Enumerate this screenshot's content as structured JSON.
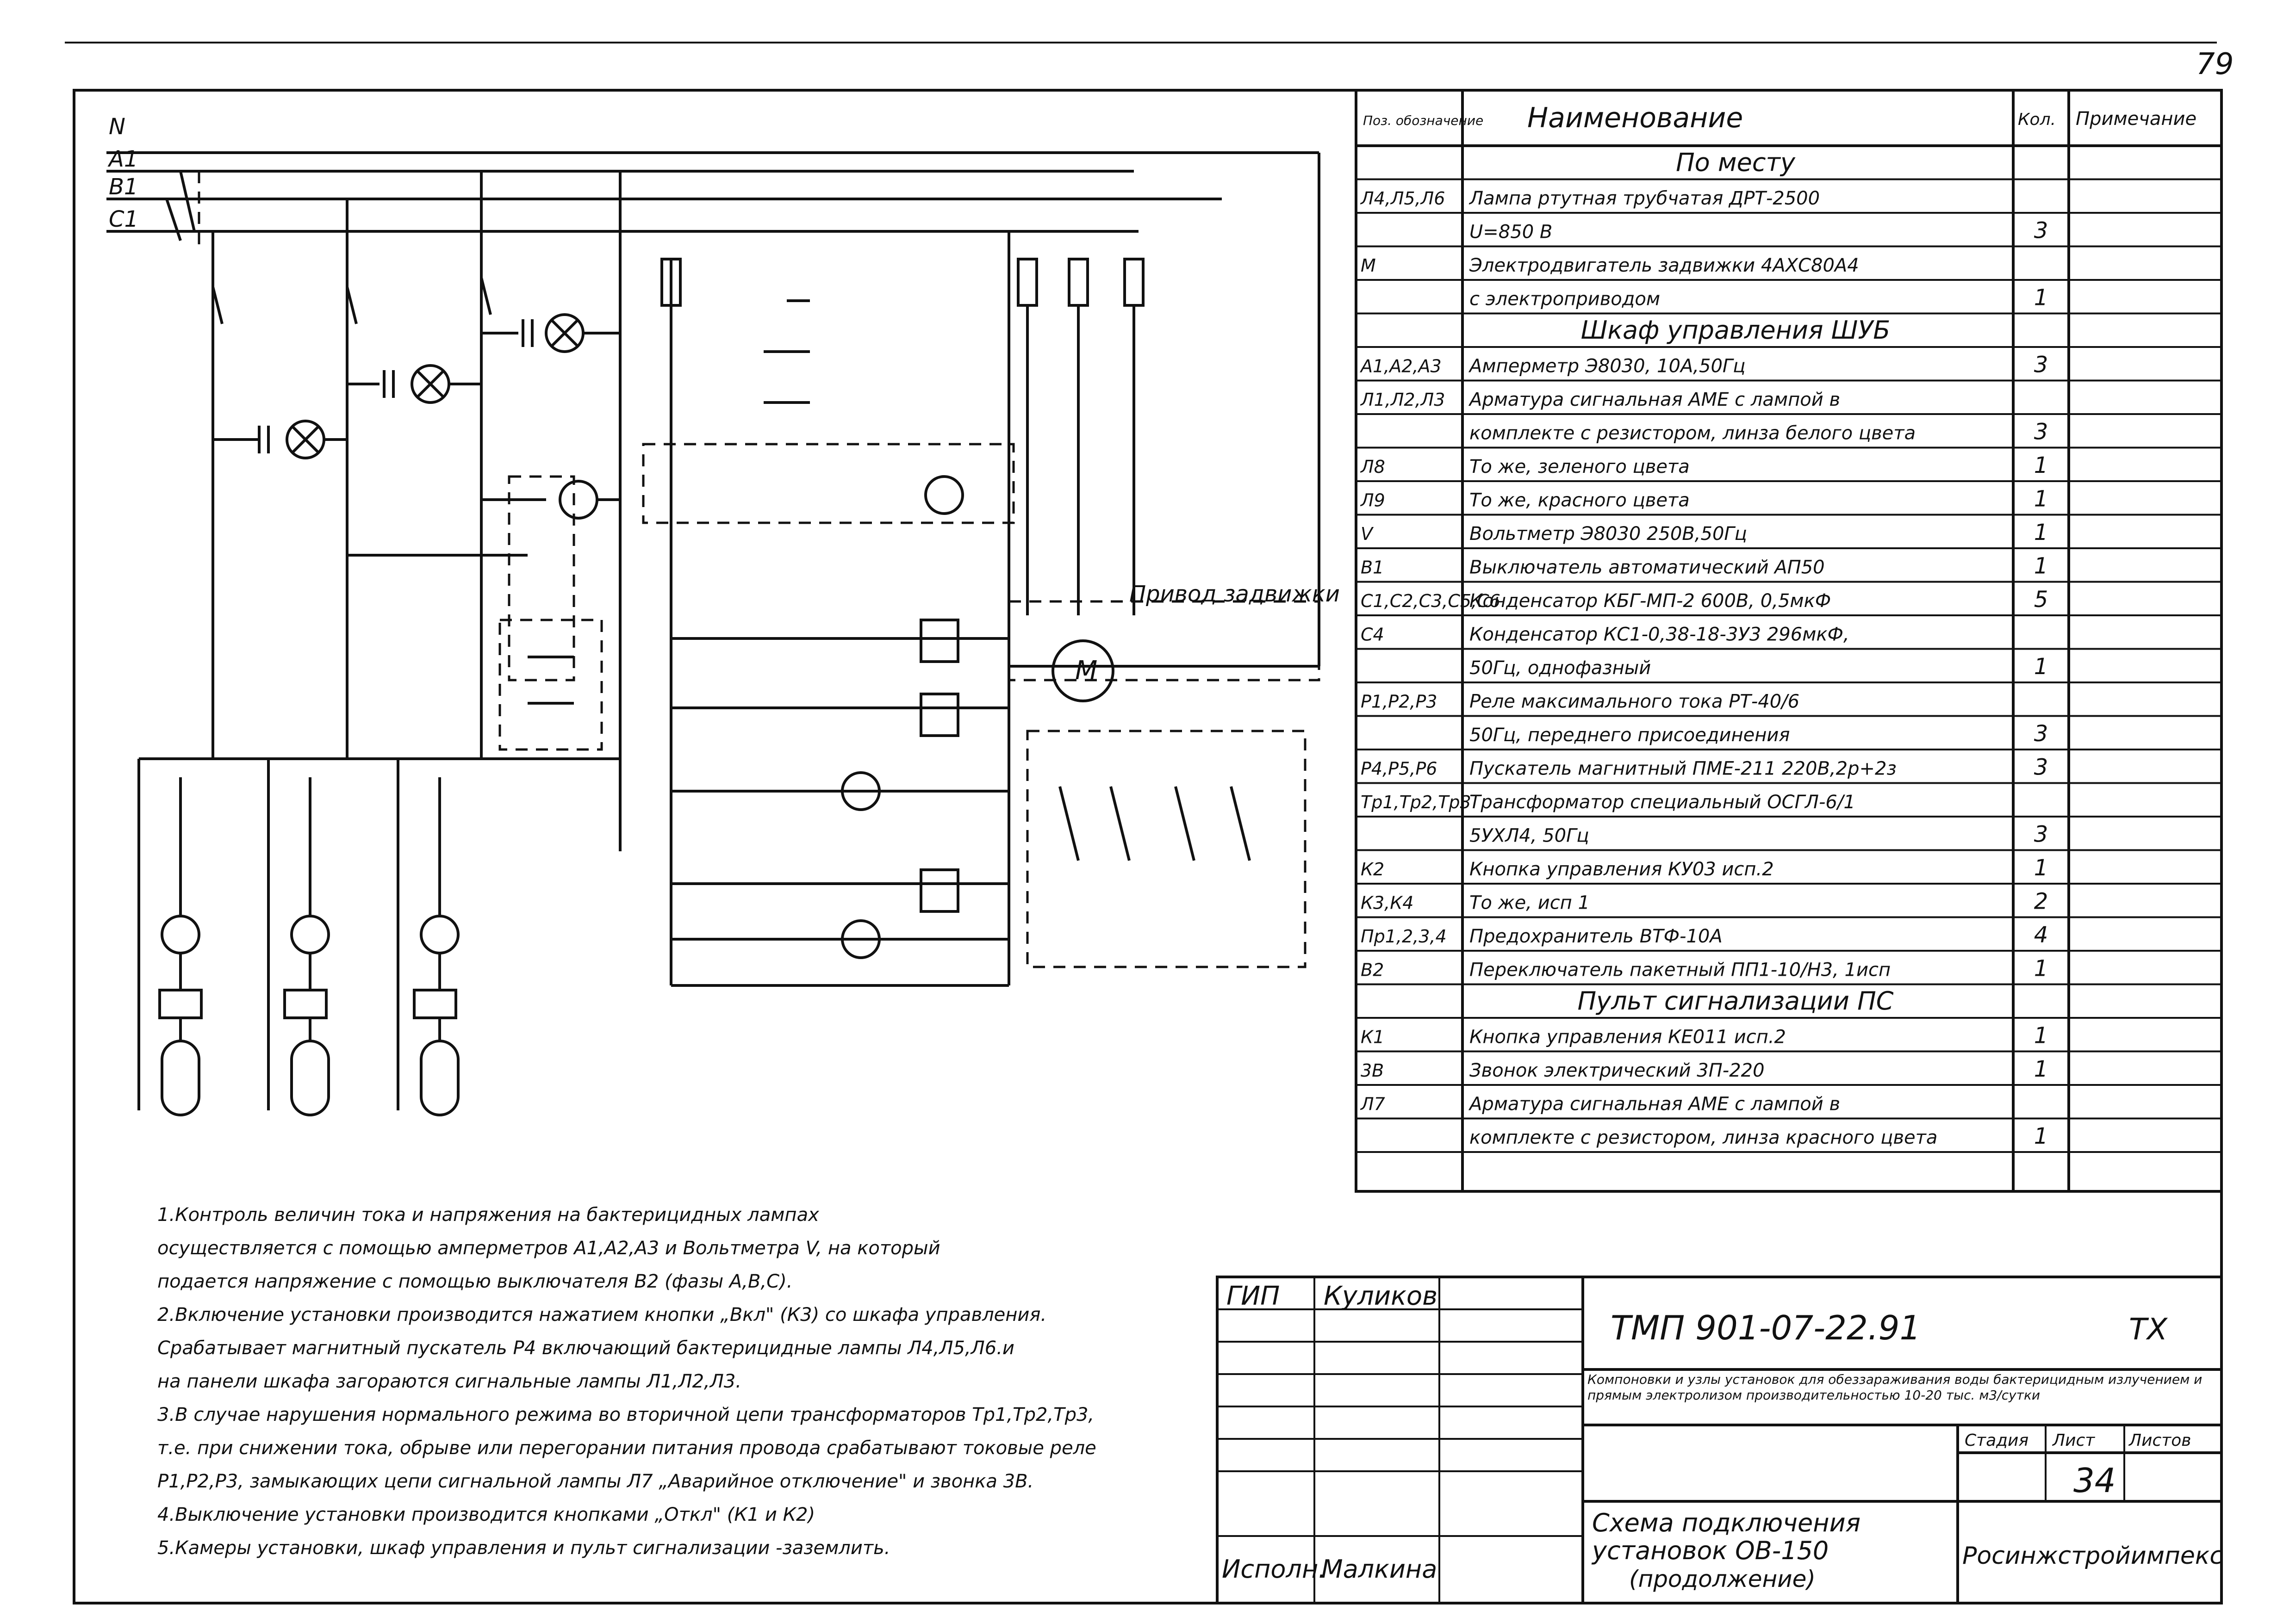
{
  "page_number": "79",
  "bom": {
    "headers": {
      "pos": "Поз. обозначение",
      "name": "Наименование",
      "qty": "Кол.",
      "note": "Примечание"
    },
    "rows": [
      {
        "pos": "",
        "name": "По месту",
        "qty": "",
        "section": true
      },
      {
        "pos": "Л4,Л5,Л6",
        "name": "Лампа ртутная трубчатая ДРТ-2500",
        "qty": ""
      },
      {
        "pos": "",
        "name": "U=850 В",
        "qty": "3"
      },
      {
        "pos": "М",
        "name": "Электродвигатель задвижки 4АХС80А4",
        "qty": ""
      },
      {
        "pos": "",
        "name": "с электроприводом",
        "qty": "1"
      },
      {
        "pos": "",
        "name": "Шкаф управления ШУБ",
        "qty": "",
        "section": true
      },
      {
        "pos": "А1,А2,А3",
        "name": "Амперметр Э8030, 10А,50Гц",
        "qty": "3"
      },
      {
        "pos": "Л1,Л2,Л3",
        "name": "Арматура сигнальная АМЕ с лампой в",
        "qty": ""
      },
      {
        "pos": "",
        "name": "комплекте с резистором, линза белого цвета",
        "qty": "3"
      },
      {
        "pos": "Л8",
        "name": "То же, зеленого цвета",
        "qty": "1"
      },
      {
        "pos": "Л9",
        "name": "То же, красного цвета",
        "qty": "1"
      },
      {
        "pos": "V",
        "name": "Вольтметр Э8030 250В,50Гц",
        "qty": "1"
      },
      {
        "pos": "В1",
        "name": "Выключатель автоматический АП50",
        "qty": "1"
      },
      {
        "pos": "С1,С2,С3,С5,С6",
        "name": "Конденсатор КБГ-МП-2 600В, 0,5мкФ",
        "qty": "5"
      },
      {
        "pos": "С4",
        "name": "Конденсатор КС1-0,38-18-3У3 296мкФ,",
        "qty": ""
      },
      {
        "pos": "",
        "name": "50Гц, однофазный",
        "qty": "1"
      },
      {
        "pos": "Р1,Р2,Р3",
        "name": "Реле максимального тока РТ-40/6",
        "qty": ""
      },
      {
        "pos": "",
        "name": "50Гц, переднего присоединения",
        "qty": "3"
      },
      {
        "pos": "Р4,Р5,Р6",
        "name": "Пускатель магнитный ПМЕ-211 220В,2р+2з",
        "qty": "3"
      },
      {
        "pos": "Тр1,Тр2,Тр3",
        "name": "Трансформатор специальный ОСГЛ-6/1",
        "qty": ""
      },
      {
        "pos": "",
        "name": "5УХЛ4, 50Гц",
        "qty": "3"
      },
      {
        "pos": "К2",
        "name": "Кнопка управления КУ03 исп.2",
        "qty": "1"
      },
      {
        "pos": "К3,К4",
        "name": "То же, исп 1",
        "qty": "2"
      },
      {
        "pos": "Пр1,2,3,4",
        "name": "Предохранитель ВТФ-10А",
        "qty": "4"
      },
      {
        "pos": "В2",
        "name": "Переключатель пакетный ПП1-10/Н3, 1исп",
        "qty": "1"
      },
      {
        "pos": "",
        "name": "Пульт сигнализации ПС",
        "qty": "",
        "section": true
      },
      {
        "pos": "К1",
        "name": "Кнопка управления КЕ011 исп.2",
        "qty": "1"
      },
      {
        "pos": "3В",
        "name": "Звонок электрический 3П-220",
        "qty": "1"
      },
      {
        "pos": "Л7",
        "name": "Арматура сигнальная АМЕ с лампой в",
        "qty": ""
      },
      {
        "pos": "",
        "name": "комплекте с резистором, линза красного цвета",
        "qty": "1"
      }
    ]
  },
  "notes": [
    "1.Контроль величин тока и напряжения на бактерицидных лампах",
    "осуществляется с помощью амперметров А1,А2,А3 и Вольтметра V, на который",
    "подается напряжение с помощью выключателя В2 (фазы А,В,С).",
    "2.Включение установки производится нажатием кнопки „Вкл\" (К3) со шкафа управления.",
    "Срабатывает магнитный пускатель Р4 включающий бактерицидные лампы Л4,Л5,Л6.и",
    "на панели шкафа загораются сигнальные лампы Л1,Л2,Л3.",
    "3.В случае нарушения нормального режима во вторичной цепи трансформаторов Тр1,Тр2,Тр3,",
    "т.е. при снижении тока, обрыве или перегорании питания провода срабатывают токовые реле",
    "Р1,Р2,Р3, замыкающих цепи сигнальной лампы Л7 „Аварийное отключение\" и звонка 3В.",
    "4.Выключение установки производится кнопками „Откл\" (К1 и К2)",
    "5.Камеры установки, шкаф управления и пульт сигнализации -заземлить."
  ],
  "title_block": {
    "doc_code": "ТМП 901-07-22.91",
    "section": "ТХ",
    "gip_label": "ГИП",
    "gip_name": "Куликов",
    "description": "Компоновки и узлы установок для обеззараживания воды бактерицидным излучением и прямым электролизом производительностью 10-20 тыс. м3/сутки",
    "stage_label": "Стадия",
    "sheet_label": "Лист",
    "sheets_label": "Листов",
    "sheet": "34",
    "executor_label": "Исполн.",
    "executor_name": "Малкина",
    "drawing_title_1": "Схема подключения",
    "drawing_title_2": "установок ОВ-150",
    "drawing_title_3": "(продолжение)",
    "organization": "Росинжстройимпекс"
  },
  "labels": {
    "bus": [
      "N",
      "А1",
      "В1",
      "С1"
    ],
    "motor": "М",
    "drive": "Привод задвижки"
  }
}
